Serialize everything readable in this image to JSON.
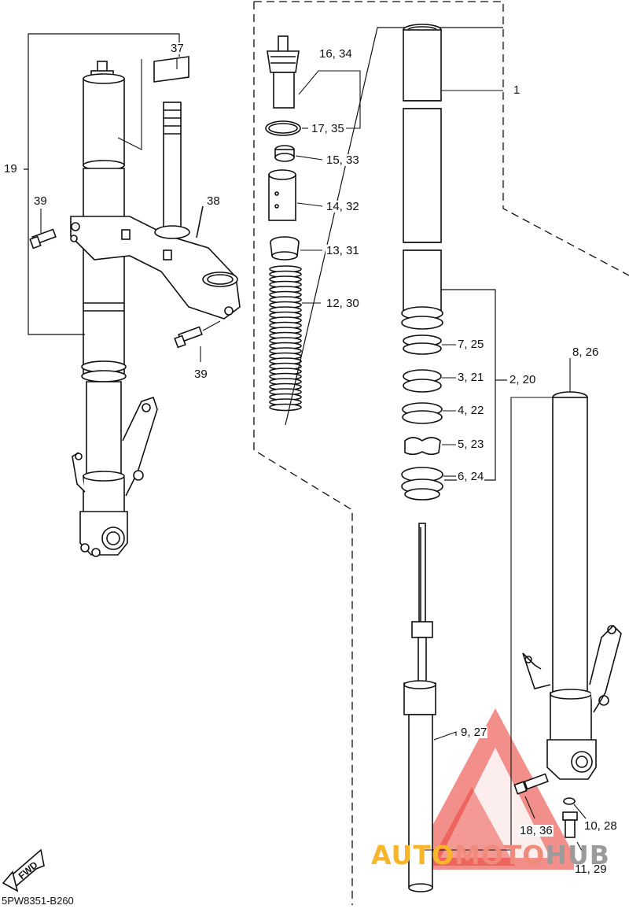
{
  "diagram_code": "5PW8351-B260",
  "fwd_label": "FWD",
  "watermark": {
    "part1": "AUTO",
    "part2": "MOTO",
    "part3": "HUB"
  },
  "colors": {
    "line": "#111111",
    "watermark_red": "#e8332a",
    "watermark_orange": "#f7b52c",
    "watermark_gray": "#9b9b9b"
  },
  "callouts": [
    {
      "id": "c1",
      "text": "1"
    },
    {
      "id": "c2",
      "text": "2, 20"
    },
    {
      "id": "c3",
      "text": "3, 21"
    },
    {
      "id": "c4",
      "text": "4, 22"
    },
    {
      "id": "c5",
      "text": "5, 23"
    },
    {
      "id": "c6",
      "text": "6, 24"
    },
    {
      "id": "c7",
      "text": "7, 25"
    },
    {
      "id": "c8",
      "text": "8, 26"
    },
    {
      "id": "c9",
      "text": "9, 27"
    },
    {
      "id": "c10",
      "text": "10, 28"
    },
    {
      "id": "c11",
      "text": "11, 29"
    },
    {
      "id": "c12",
      "text": "12, 30"
    },
    {
      "id": "c13",
      "text": "13, 31"
    },
    {
      "id": "c14",
      "text": "14, 32"
    },
    {
      "id": "c15",
      "text": "15, 33"
    },
    {
      "id": "c16",
      "text": "16, 34"
    },
    {
      "id": "c17",
      "text": "17, 35"
    },
    {
      "id": "c18",
      "text": "18, 36"
    },
    {
      "id": "c19",
      "text": "19"
    },
    {
      "id": "c37",
      "text": "37"
    },
    {
      "id": "c38",
      "text": "38"
    },
    {
      "id": "c39a",
      "text": "39"
    },
    {
      "id": "c39b",
      "text": "39"
    }
  ]
}
